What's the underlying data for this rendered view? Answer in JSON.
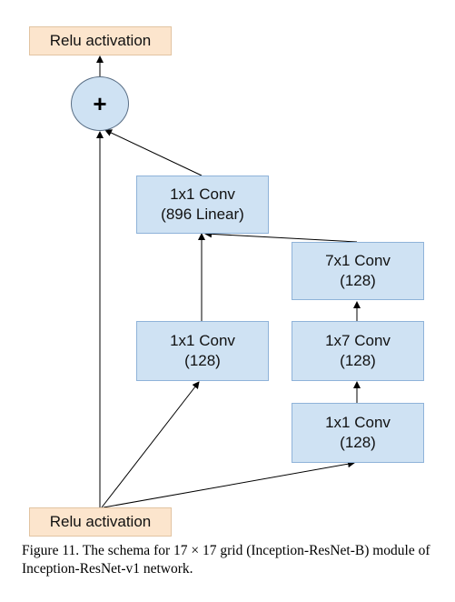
{
  "top_relu": {
    "label": "Relu activation"
  },
  "add_node": {
    "symbol": "+"
  },
  "conv_896": {
    "line1": "1x1 Conv",
    "line2": "(896 Linear)"
  },
  "conv_7x1": {
    "line1": "7x1 Conv",
    "line2": "(128)"
  },
  "conv_1x1_left": {
    "line1": "1x1 Conv",
    "line2": "(128)"
  },
  "conv_1x7": {
    "line1": "1x7 Conv",
    "line2": "(128)"
  },
  "conv_1x1_right": {
    "line1": "1x1 Conv",
    "line2": "(128)"
  },
  "bottom_relu": {
    "label": "Relu activation"
  },
  "caption": "Figure 11. The schema for 17 × 17 grid (Inception-ResNet-B) module of Inception-ResNet-v1 network.",
  "colors": {
    "conv_fill": "#cfe2f3",
    "relu_fill": "#fce5cd",
    "arrow": "#000000"
  }
}
